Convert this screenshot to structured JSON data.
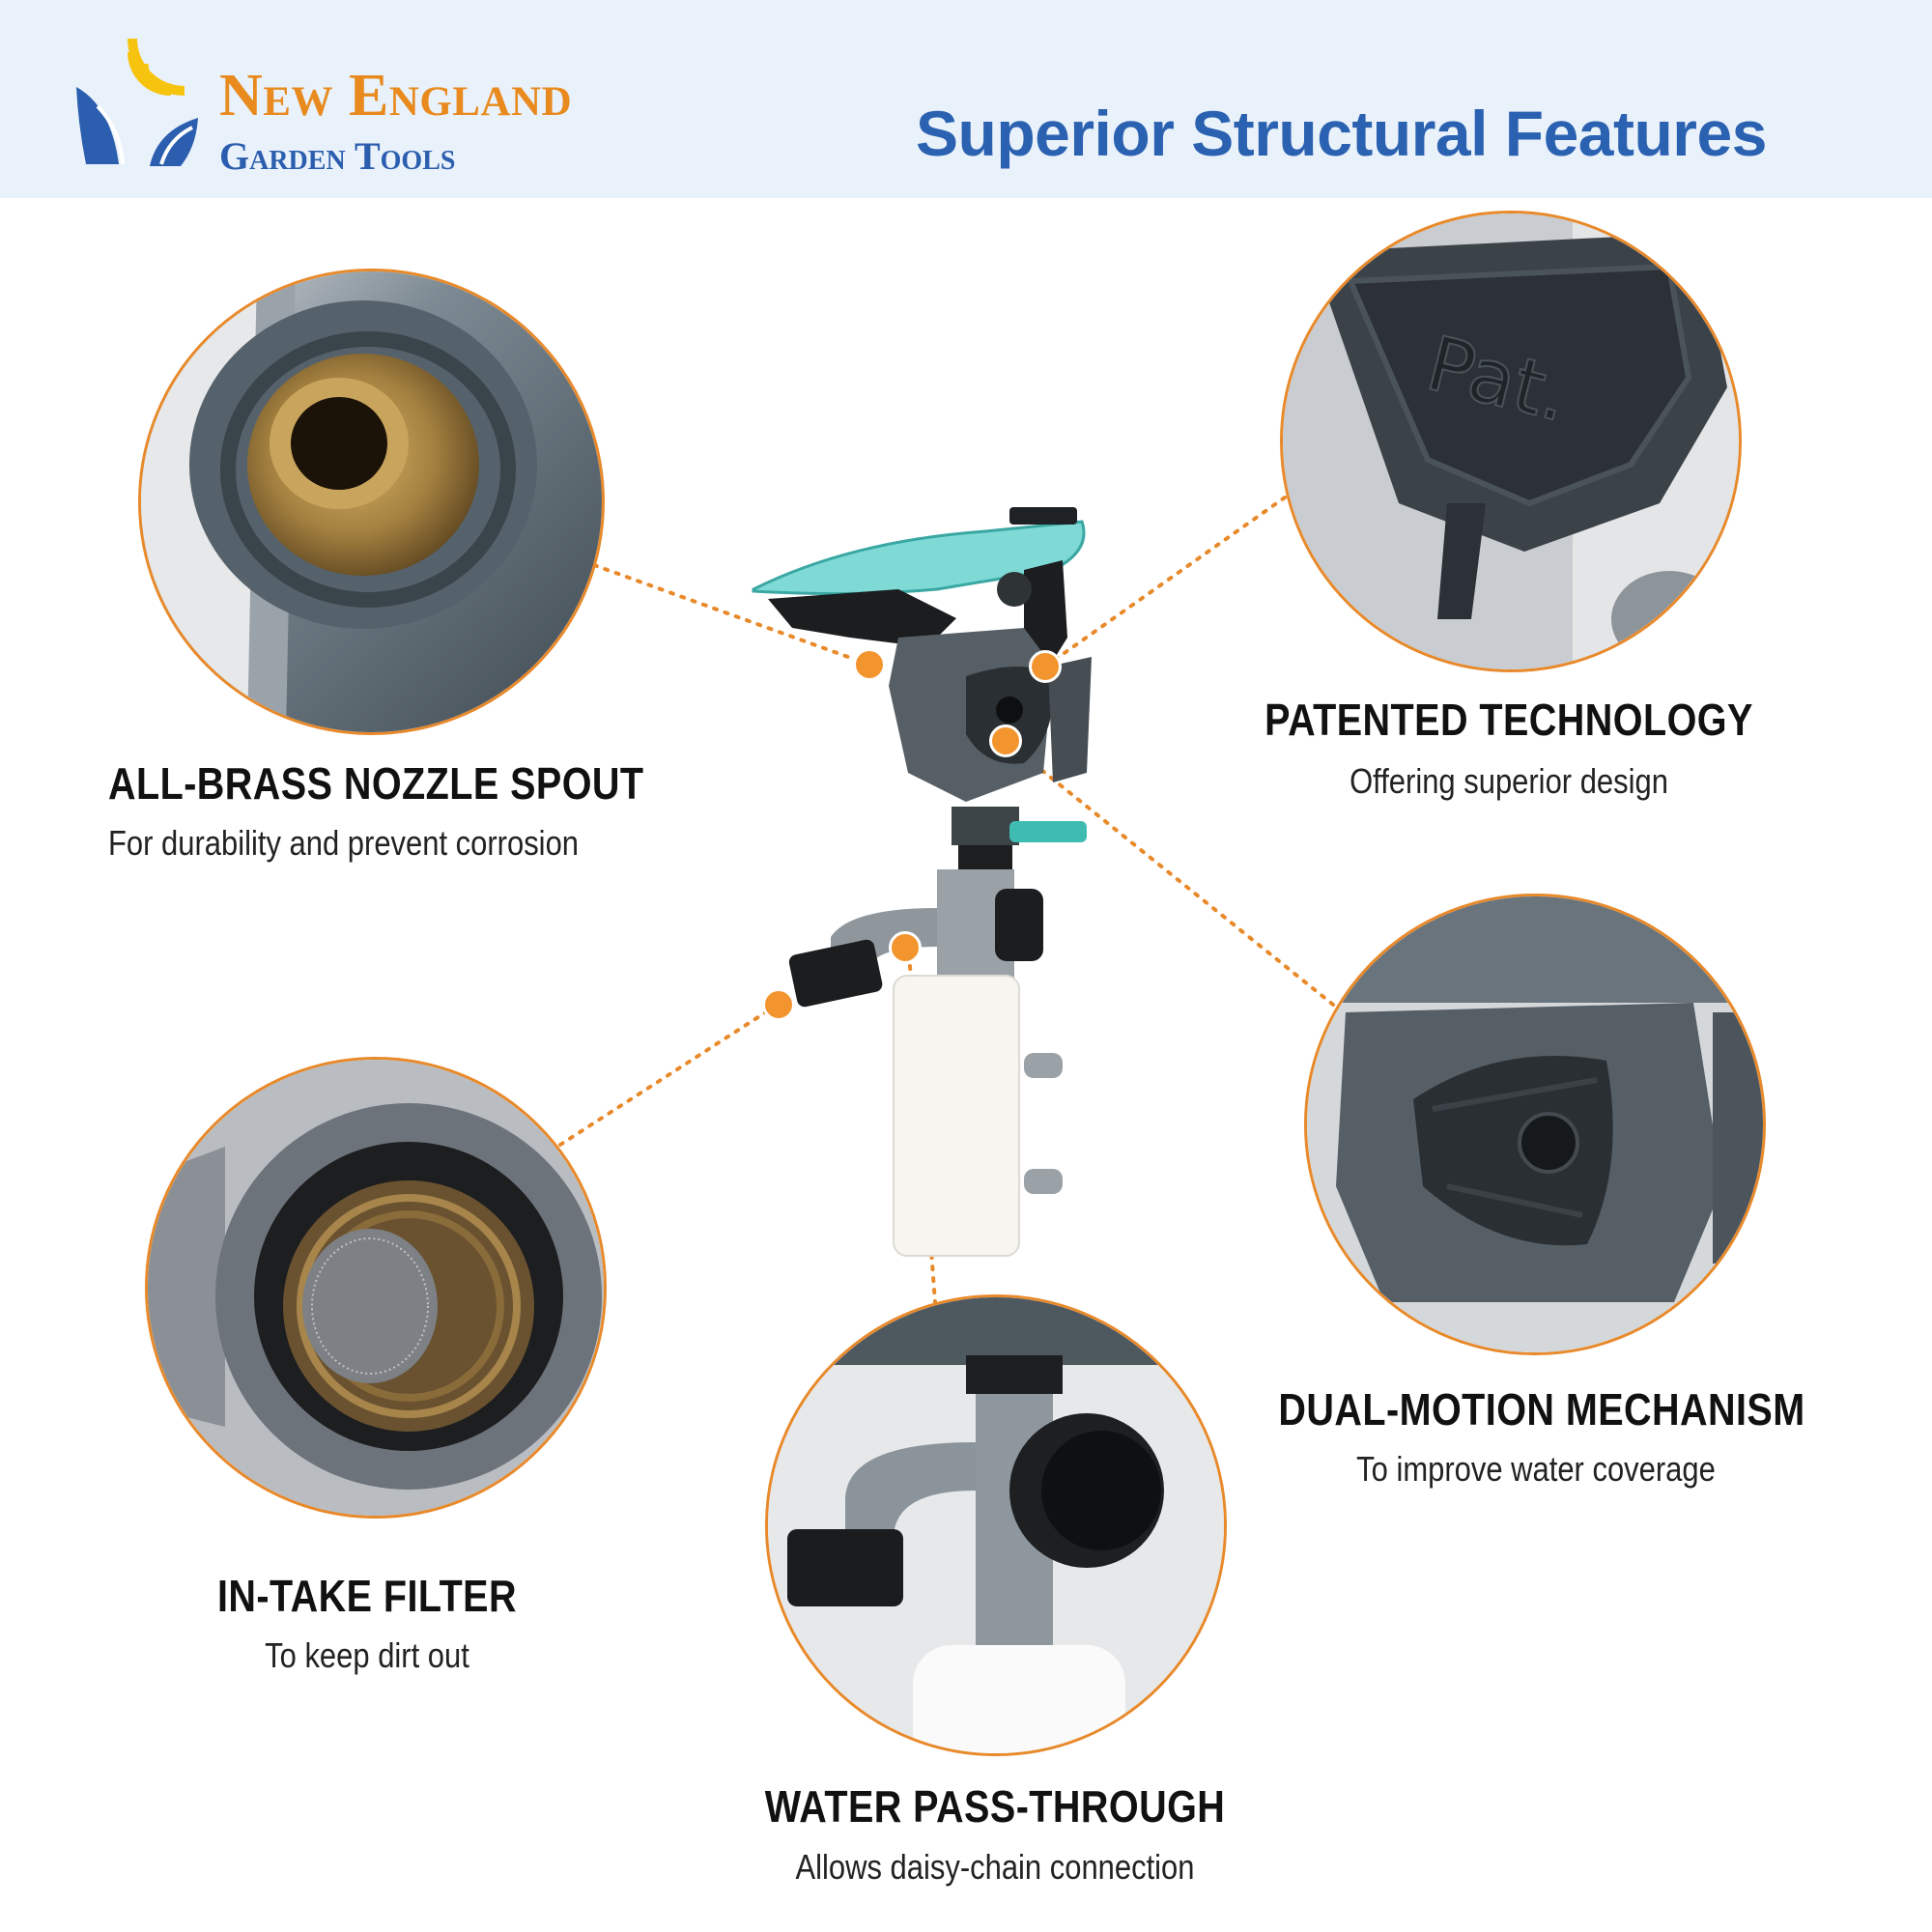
{
  "brand": {
    "line1": "New England",
    "line2": "Garden Tools",
    "colors": {
      "orange": "#e88a1e",
      "blue": "#2b5eae",
      "yellow": "#f6c40f"
    }
  },
  "header": {
    "title": "Superior Structural Features"
  },
  "features": {
    "brass": {
      "title": "ALL-BRASS NOZZLE SPOUT",
      "subtitle": "For durability and prevent corrosion"
    },
    "patented": {
      "title": "PATENTED TECHNOLOGY",
      "subtitle": "Offering superior design"
    },
    "dual": {
      "title": "DUAL-MOTION MECHANISM",
      "subtitle": "To improve water coverage"
    },
    "filter": {
      "title": "IN-TAKE FILTER",
      "subtitle": "To keep dirt out"
    },
    "pass": {
      "title": "WATER PASS-THROUGH",
      "subtitle": "Allows daisy-chain connection"
    }
  },
  "accent_color": "#e8892a"
}
